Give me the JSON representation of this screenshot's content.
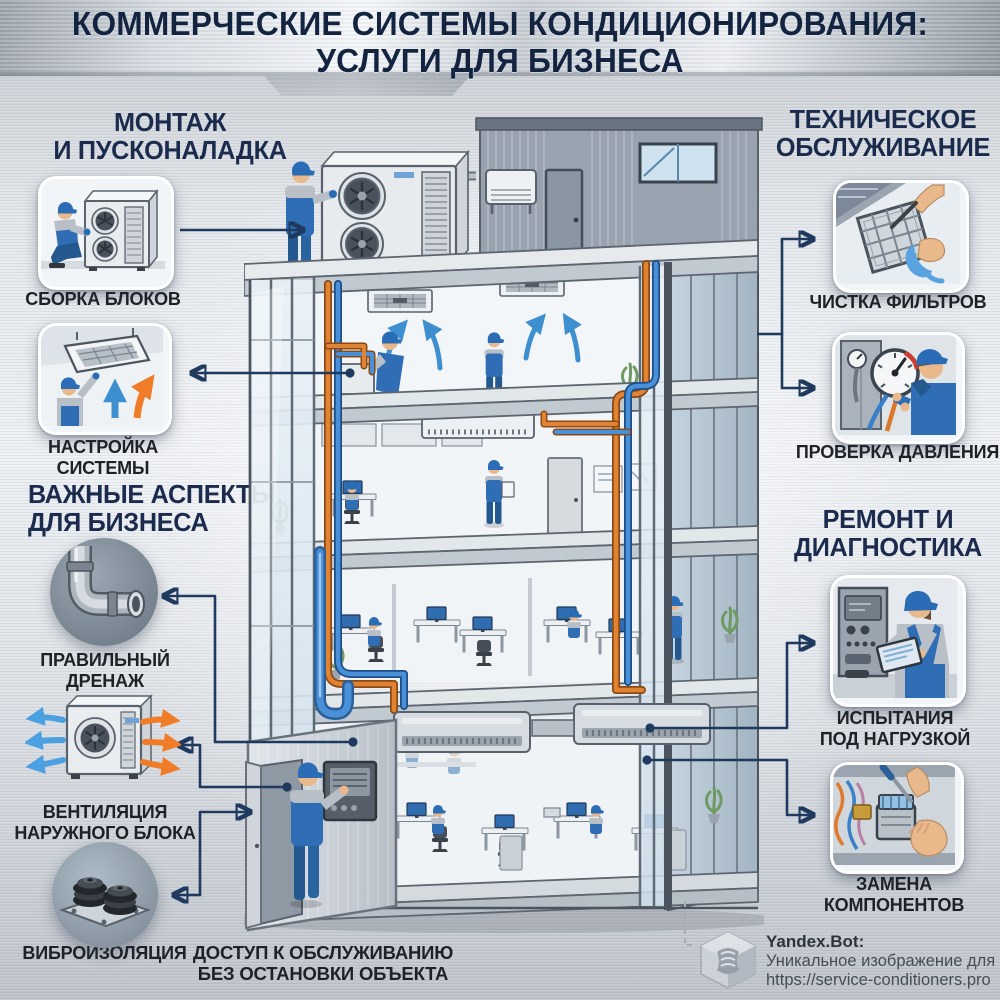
{
  "header": {
    "line1": "КОММЕРЧЕСКИЕ СИСТЕМЫ КОНДИЦИОНИРОВАНИЯ:",
    "line2": "УСЛУГИ ДЛЯ БИЗНЕСА"
  },
  "sections": {
    "installation": {
      "heading": "МОНТАЖ\nИ ПУСКОНАЛАДКА",
      "items": [
        {
          "label": "СБОРКА БЛОКОВ"
        },
        {
          "label": "НАСТРОЙКА СИСТЕМЫ"
        }
      ]
    },
    "business_aspects": {
      "heading": "ВАЖНЫЕ АСПЕКТЫ\nДЛЯ БИЗНЕСА",
      "items": [
        {
          "label": "ПРАВИЛЬНЫЙ\nДРЕНАЖ"
        },
        {
          "label": "ВЕНТИЛЯЦИЯ\nНАРУЖНОГО БЛОКА"
        },
        {
          "label": "ВИБРОИЗОЛЯЦИЯ"
        }
      ]
    },
    "maintenance": {
      "heading": "ТЕХНИЧЕСКОЕ\nОБСЛУЖИВАНИЕ",
      "items": [
        {
          "label": "ЧИСТКА ФИЛЬТРОВ"
        },
        {
          "label": "ПРОВЕРКА ДАВЛЕНИЯ"
        }
      ]
    },
    "repair": {
      "heading": "РЕМОНТ И\nДИАГНОСТИКА",
      "items": [
        {
          "label": "ИСПЫТАНИЯ\nПОД НАГРУЗКОЙ"
        },
        {
          "label": "ЗАМЕНА\nКОМПОНЕНТОВ"
        }
      ]
    }
  },
  "building_caption": "ДОСТУП К ОБСЛУЖИВАНИЮ\nБЕЗ ОСТАНОВКИ ОБЪЕКТА",
  "watermark": {
    "name": "Yandex.Bot:",
    "line1": "Уникальное изображение для",
    "line2": "https://service-conditioners.pro"
  },
  "colors": {
    "accent_blue": "#3e8fd0",
    "accent_orange": "#f07c27",
    "connector": "#1f3a5e",
    "heading": "#1b2b4d",
    "caption": "#1e2126",
    "header_text": "#132441"
  }
}
